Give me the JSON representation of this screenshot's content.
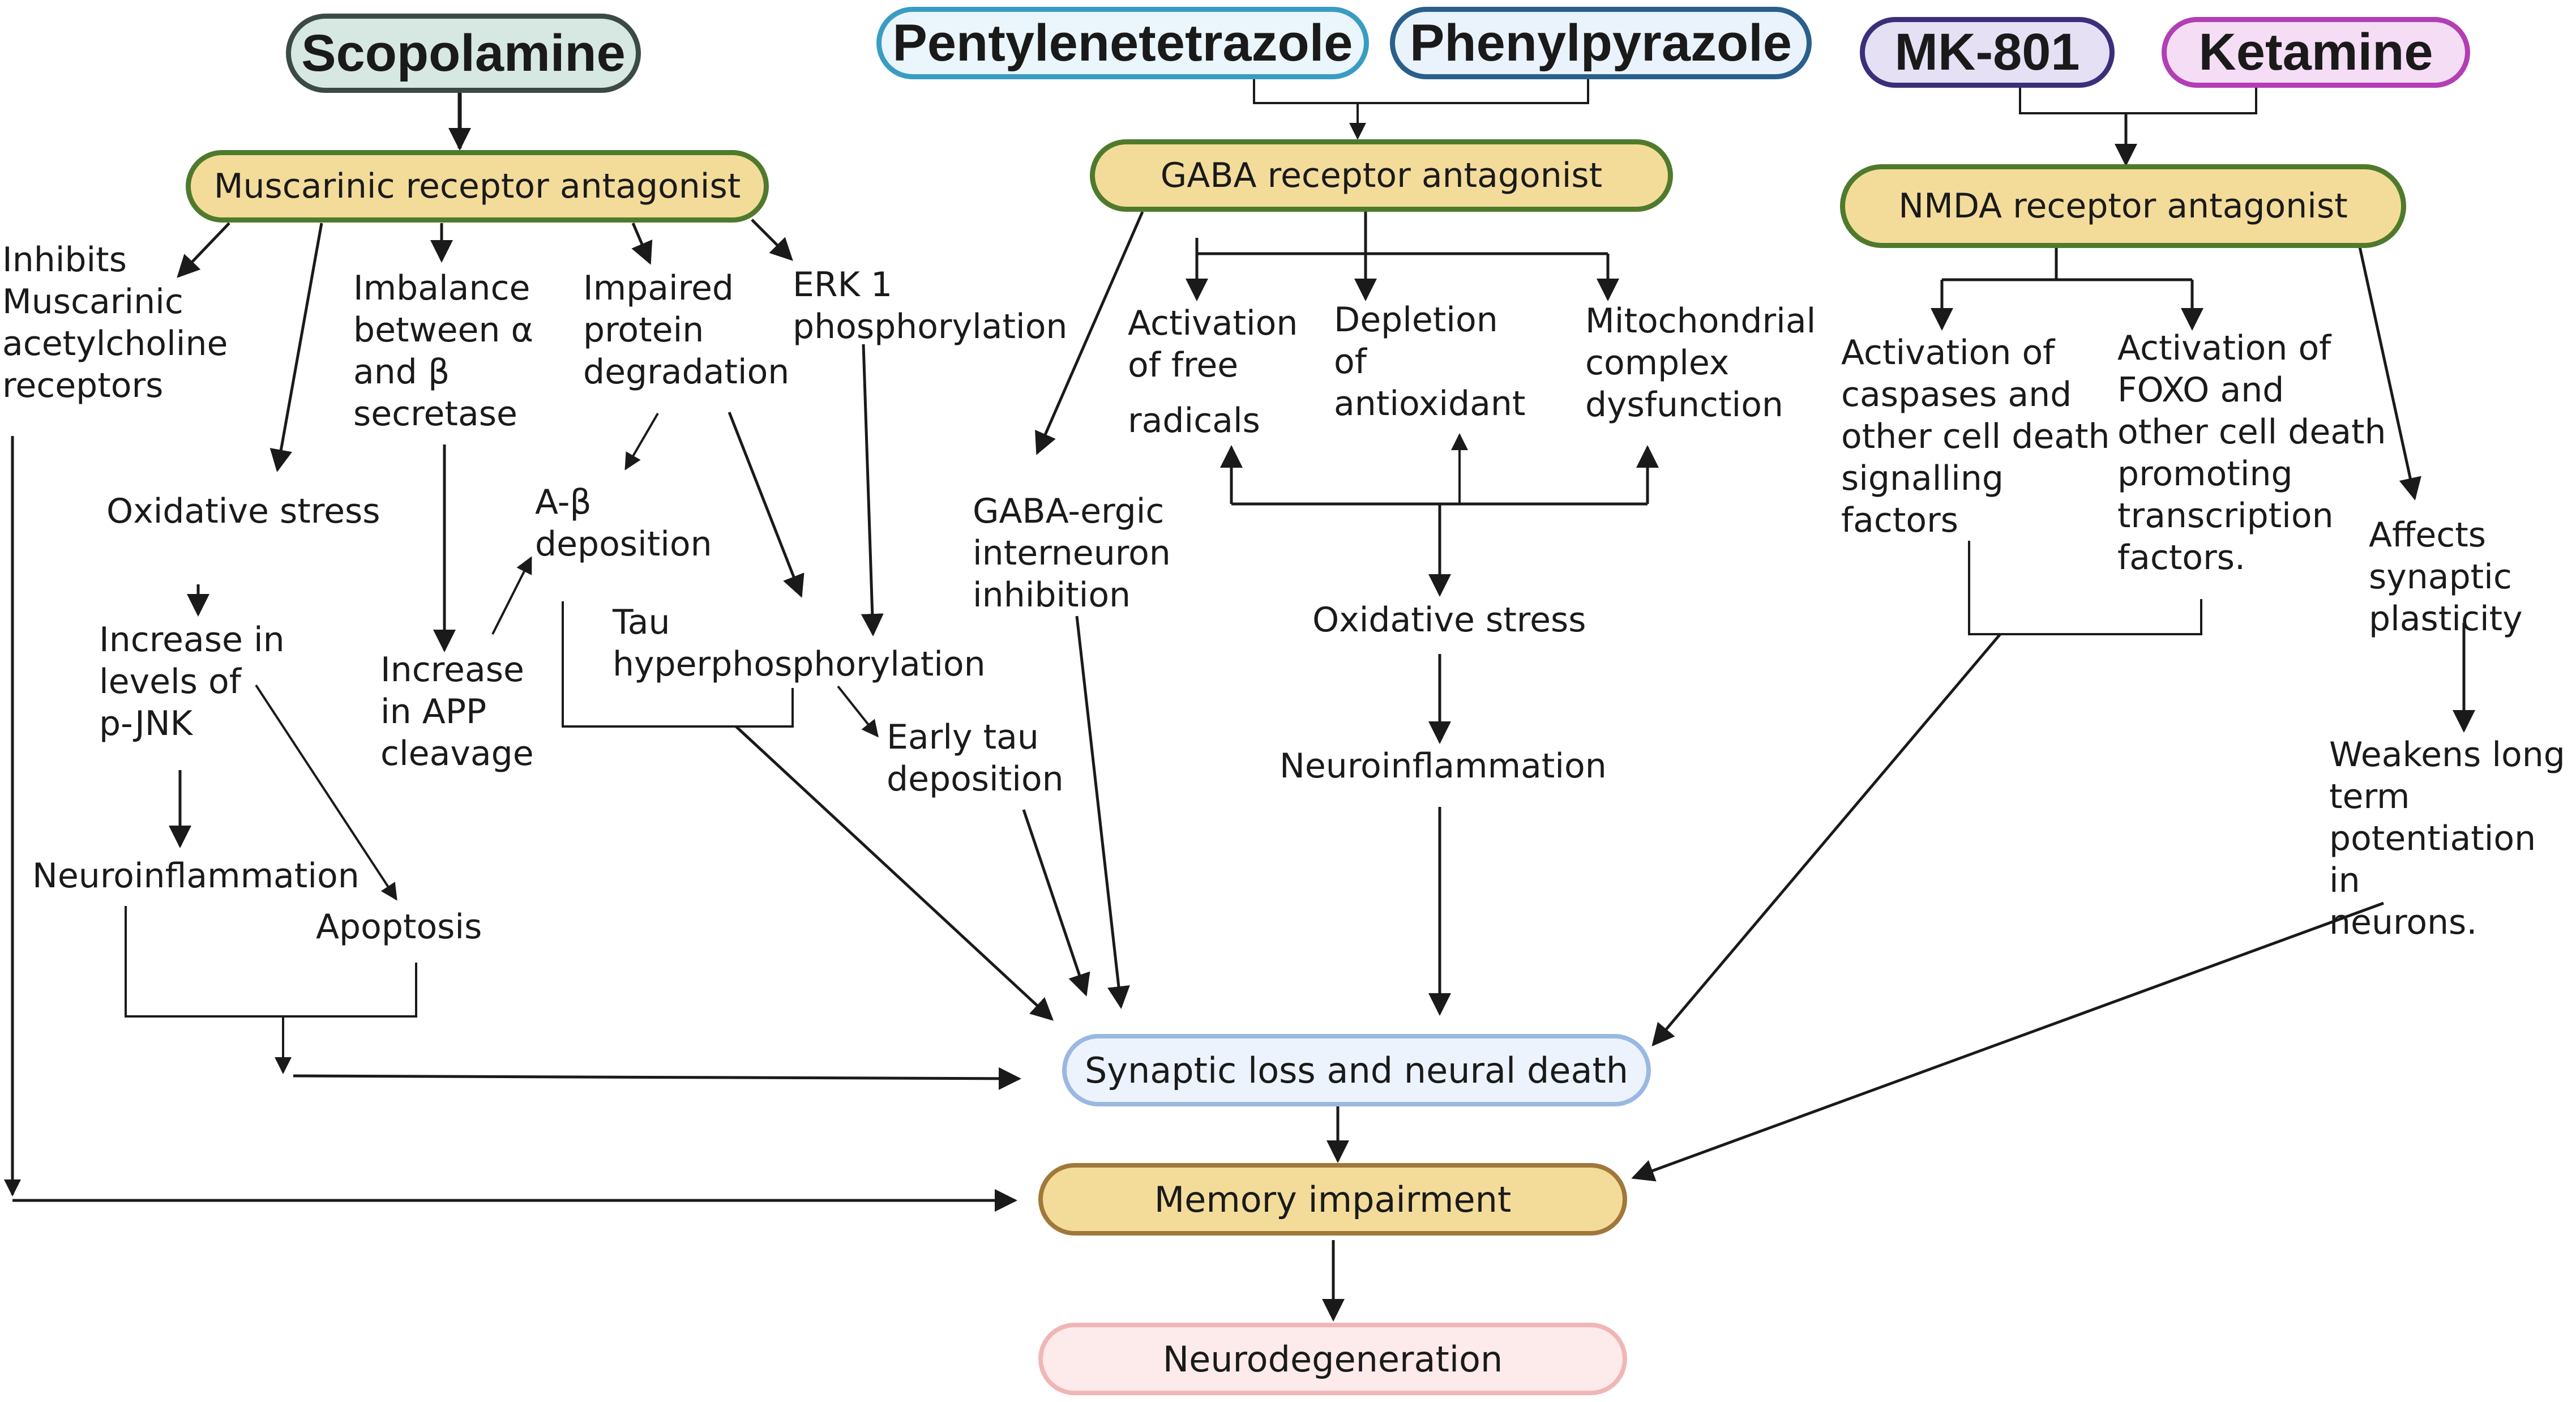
{
  "drugs": {
    "scopolamine": "Scopolamine",
    "pentylenetetrazole": "Pentylenetetrazole",
    "phenylpyrazole": "Phenylpyrazole",
    "mk801": "MK-801",
    "ketamine": "Ketamine"
  },
  "mechanisms": {
    "muscarinic": "Muscarinic receptor antagonist",
    "gaba": "GABA receptor antagonist",
    "nmda": "NMDA receptor antagonist"
  },
  "scopolamine_effects": {
    "inhibits": "Inhibits\nMuscarinic\nacetylcholine\nreceptors",
    "oxidative_stress": "Oxidative stress",
    "p_jnk": "Increase in\nlevels of\np-JNK",
    "neuroinflammation": "Neuroinflammation",
    "apoptosis": "Apoptosis",
    "imbalance": "Imbalance\nbetween α\nand β\nsecretase",
    "app_cleavage": "Increase\nin APP\ncleavage",
    "impaired_protein": "Impaired\nprotein\ndegradation",
    "ab_deposition": "A-β\ndeposition",
    "tau_hyper": "Tau\nhyperphosphorylation",
    "erk": "ERK 1\nphosphorylation",
    "early_tau": "Early tau\ndeposition"
  },
  "gaba_effects": {
    "interneuron": "GABA-ergic\ninterneuron\ninhibition",
    "free_radicals_1": "Activation\nof free",
    "free_radicals_2": "radicals",
    "antioxidant": "Depletion\nof\nantioxidant",
    "mito": "Mitochondrial\ncomplex\ndysfunction",
    "oxidative_stress": "Oxidative stress",
    "neuroinflammation": "Neuroinflammation"
  },
  "nmda_effects": {
    "caspases": "Activation of\ncaspases and\nother cell death\nsignalling\nfactors",
    "foxo": "Activation of\nFOXO and\nother cell death\npromoting\ntranscription\nfactors.",
    "plasticity": "Affects\nsynaptic\nplasticity",
    "ltp": "Weakens long\nterm\npotentiation in\nneurons."
  },
  "outcomes": {
    "synaptic_loss": "Synaptic loss and neural death",
    "memory": "Memory impairment",
    "neurodegeneration": "Neurodegeneration"
  },
  "colors": {
    "scopolamine_fill": "#d7e7e1",
    "scopolamine_border": "#3c4a46",
    "ptz_fill": "#eaf6fb",
    "ptz_border": "#3a9cc3",
    "phenylpyrazole_fill": "#eaf3fb",
    "phenylpyrazole_border": "#2a5f8c",
    "mk801_fill": "#e6e0f5",
    "mk801_border": "#3b2f7a",
    "ketamine_fill": "#f5ddf5",
    "ketamine_border": "#b23fb3",
    "mechanism_fill": "#f3dc9a",
    "mechanism_border": "#4f7a2c",
    "synaptic_fill": "#edf3fc",
    "synaptic_border": "#9ab8e2",
    "memory_fill": "#f3dc9a",
    "memory_border": "#a0783a",
    "neurodegeneration_fill": "#fdeaea",
    "neurodegeneration_border": "#f0b6b6",
    "arrow": "#1a1a1a"
  }
}
